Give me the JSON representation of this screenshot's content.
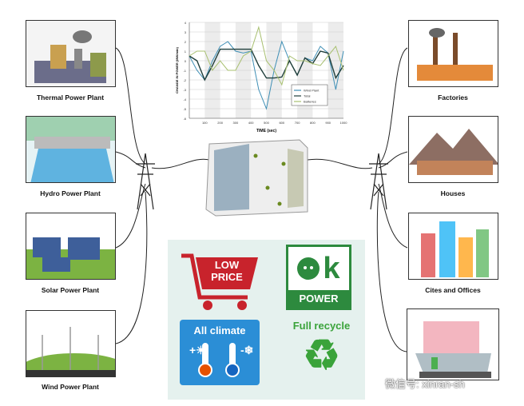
{
  "sources": [
    {
      "label": "Thermal Power Plant"
    },
    {
      "label": "Hydro Power Plant"
    },
    {
      "label": "Solar Power Plant"
    },
    {
      "label": "Wind Power Plant"
    }
  ],
  "consumers": [
    {
      "label": "Factories"
    },
    {
      "label": "Houses"
    },
    {
      "label": "Cites and Offices"
    }
  ],
  "features": {
    "low_price_line1": "LOW",
    "low_price_line2": "PRICE",
    "ok_text": "k",
    "ok_power": "POWER",
    "all_climate": "All climate",
    "full_recycle": "Full recycle"
  },
  "watermark": "微信号: xinran-sh",
  "chart_data": {
    "type": "line",
    "title": "",
    "xlabel": "TIME (sec)",
    "ylabel": "CHANGE IN POWER (MW/min)",
    "xlim": [
      0,
      1000
    ],
    "ylim": [
      -6,
      4
    ],
    "xticks": [
      100,
      200,
      300,
      400,
      500,
      600,
      700,
      800,
      900,
      1000
    ],
    "yticks": [
      4,
      3,
      2,
      1,
      0,
      -1,
      -2,
      -3,
      -4,
      -5,
      -6
    ],
    "legend_position": "lower-right",
    "x": [
      0,
      50,
      100,
      150,
      200,
      250,
      300,
      350,
      400,
      450,
      500,
      550,
      600,
      650,
      700,
      750,
      800,
      850,
      900,
      950,
      1000
    ],
    "series": [
      {
        "name": "Wind Plant",
        "color": "#3f8fb5",
        "values": [
          0.5,
          -1,
          -2,
          0,
          1.5,
          2,
          1,
          0.8,
          1,
          -3,
          -5,
          -1,
          2,
          0,
          -1.5,
          0.3,
          0,
          1.5,
          0.8,
          -3,
          1
        ]
      },
      {
        "name": "Total",
        "color": "#1e3d3a",
        "values": [
          0.5,
          0,
          -2,
          -0.5,
          1.2,
          1.2,
          1.2,
          1.2,
          1.2,
          -0.5,
          -1.8,
          -1.8,
          -1.7,
          0,
          -1.5,
          0.3,
          -0.3,
          1,
          0.8,
          -1.8,
          -0.5
        ]
      },
      {
        "name": "Batteries",
        "color": "#a8c070",
        "values": [
          0.5,
          1,
          1,
          -1,
          0,
          -1,
          -1,
          0.5,
          1,
          3.5,
          0,
          -1,
          -2.5,
          0.5,
          0,
          0,
          -0.3,
          -0.5,
          0.5,
          1.5,
          -1
        ]
      }
    ]
  }
}
